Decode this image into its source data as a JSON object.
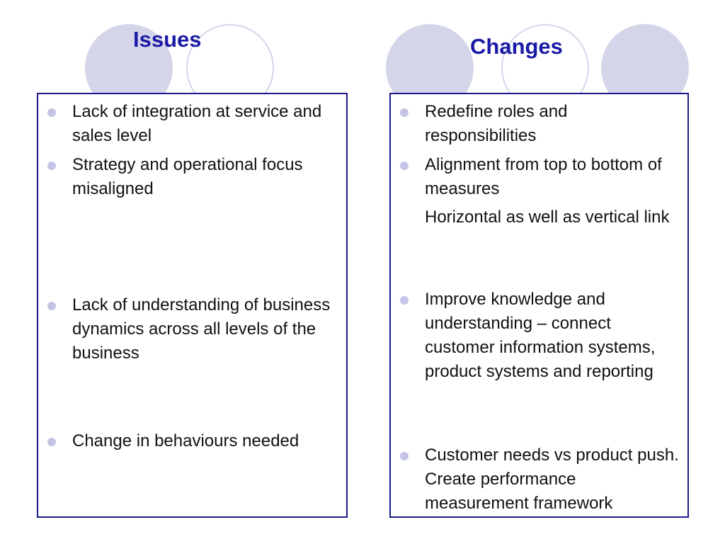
{
  "issues": {
    "title": "Issues",
    "items": [
      {
        "text": "Lack of integration at service and sales level",
        "bullet": true
      },
      {
        "text": "Strategy and operational focus misaligned",
        "bullet": true
      },
      {
        "text": "Lack of understanding of business dynamics across all levels of the business",
        "bullet": true
      },
      {
        "text": "Change in behaviours needed",
        "bullet": true
      }
    ]
  },
  "changes": {
    "title": "Changes",
    "items": [
      {
        "text": "Redefine roles and responsibilities",
        "bullet": true
      },
      {
        "text": "Alignment from top to bottom of measures",
        "bullet": true
      },
      {
        "text": "Horizontal as well as vertical link",
        "bullet": false
      },
      {
        "text": "Improve knowledge and understanding – connect customer information systems, product systems and reporting",
        "bullet": true
      },
      {
        "text": "Customer needs vs product push. Create performance measurement framework",
        "bullet": true
      }
    ]
  },
  "colors": {
    "title": "#1a1aa6",
    "panel_border": "#1a1a8c",
    "circle": "#d5d5ea",
    "bullet": "#c4c4e6"
  }
}
